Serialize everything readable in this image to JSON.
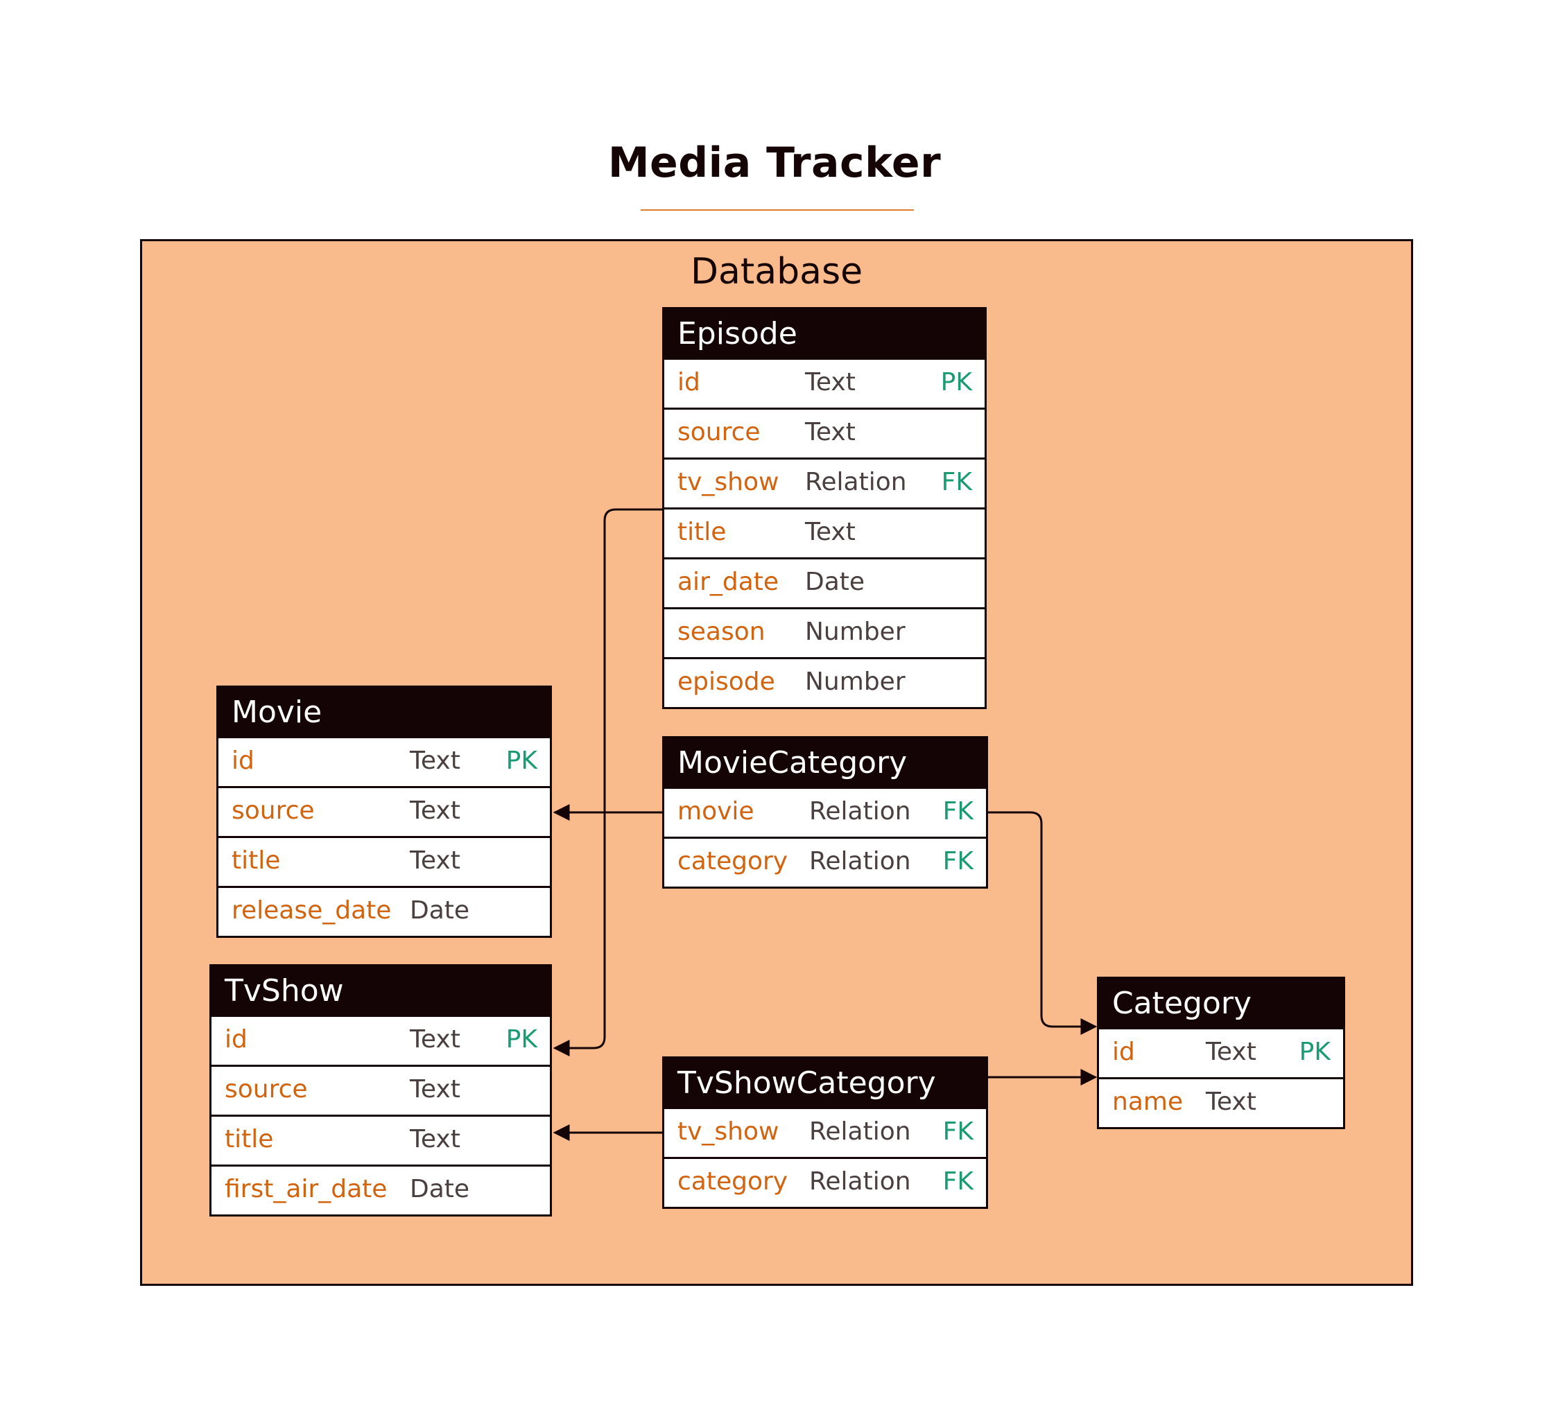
{
  "diagram": {
    "title": "Media Tracker",
    "container_label": "Database",
    "colors": {
      "background": "#f9ba8c",
      "header": "#150406",
      "column_name": "#d2630f",
      "column_type": "#4a4040",
      "key": "#1a9b73",
      "accent_rule": "#e07b2a"
    },
    "entities": {
      "episode": {
        "name": "Episode",
        "rows": [
          {
            "name": "id",
            "type": "Text",
            "key": "PK"
          },
          {
            "name": "source",
            "type": "Text",
            "key": ""
          },
          {
            "name": "tv_show",
            "type": "Relation",
            "key": "FK"
          },
          {
            "name": "title",
            "type": "Text",
            "key": ""
          },
          {
            "name": "air_date",
            "type": "Date",
            "key": ""
          },
          {
            "name": "season",
            "type": "Number",
            "key": ""
          },
          {
            "name": "episode",
            "type": "Number",
            "key": ""
          }
        ]
      },
      "movie": {
        "name": "Movie",
        "rows": [
          {
            "name": "id",
            "type": "Text",
            "key": "PK"
          },
          {
            "name": "source",
            "type": "Text",
            "key": ""
          },
          {
            "name": "title",
            "type": "Text",
            "key": ""
          },
          {
            "name": "release_date",
            "type": "Date",
            "key": ""
          }
        ]
      },
      "tvshow": {
        "name": "TvShow",
        "rows": [
          {
            "name": "id",
            "type": "Text",
            "key": "PK"
          },
          {
            "name": "source",
            "type": "Text",
            "key": ""
          },
          {
            "name": "title",
            "type": "Text",
            "key": ""
          },
          {
            "name": "first_air_date",
            "type": "Date",
            "key": ""
          }
        ]
      },
      "moviecategory": {
        "name": "MovieCategory",
        "rows": [
          {
            "name": "movie",
            "type": "Relation",
            "key": "FK"
          },
          {
            "name": "category",
            "type": "Relation",
            "key": "FK"
          }
        ]
      },
      "tvshowcategory": {
        "name": "TvShowCategory",
        "rows": [
          {
            "name": "tv_show",
            "type": "Relation",
            "key": "FK"
          },
          {
            "name": "category",
            "type": "Relation",
            "key": "FK"
          }
        ]
      },
      "category": {
        "name": "Category",
        "rows": [
          {
            "name": "id",
            "type": "Text",
            "key": "PK"
          },
          {
            "name": "name",
            "type": "Text",
            "key": ""
          }
        ]
      }
    },
    "relations": [
      {
        "from": "Episode.tv_show",
        "to": "TvShow.id"
      },
      {
        "from": "MovieCategory.movie",
        "to": "Movie"
      },
      {
        "from": "MovieCategory.category",
        "to": "Category"
      },
      {
        "from": "TvShowCategory.tv_show",
        "to": "TvShow"
      },
      {
        "from": "TvShowCategory.category",
        "to": "Category"
      }
    ]
  }
}
